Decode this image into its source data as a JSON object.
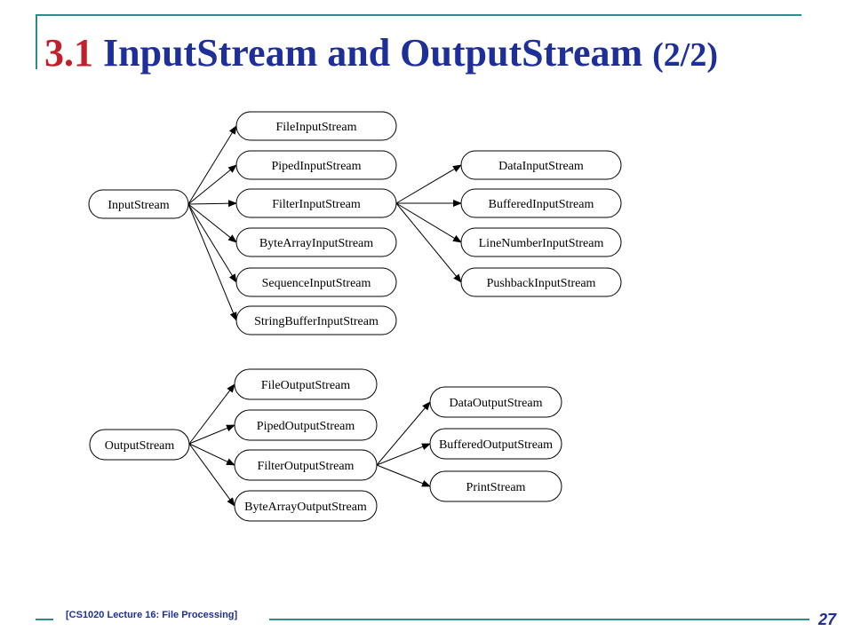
{
  "slide": {
    "title_number": "3.1",
    "title_main": "InputStream and OutputStream",
    "title_suffix": "(2/2)",
    "footer": "[CS1020 Lecture 16: File Processing]",
    "page_number": "27"
  },
  "diagram": {
    "input": {
      "root": "InputStream",
      "children": [
        "FileInputStream",
        "PipedInputStream",
        "FilterInputStream",
        "ByteArrayInputStream",
        "SequenceInputStream",
        "StringBufferInputStream"
      ],
      "filter_children": [
        "DataInputStream",
        "BufferedInputStream",
        "LineNumberInputStream",
        "PushbackInputStream"
      ]
    },
    "output": {
      "root": "OutputStream",
      "children": [
        "FileOutputStream",
        "PipedOutputStream",
        "FilterOutputStream",
        "ByteArrayOutputStream"
      ],
      "filter_children": [
        "DataOutputStream",
        "BufferedOutputStream",
        "PrintStream"
      ]
    }
  }
}
